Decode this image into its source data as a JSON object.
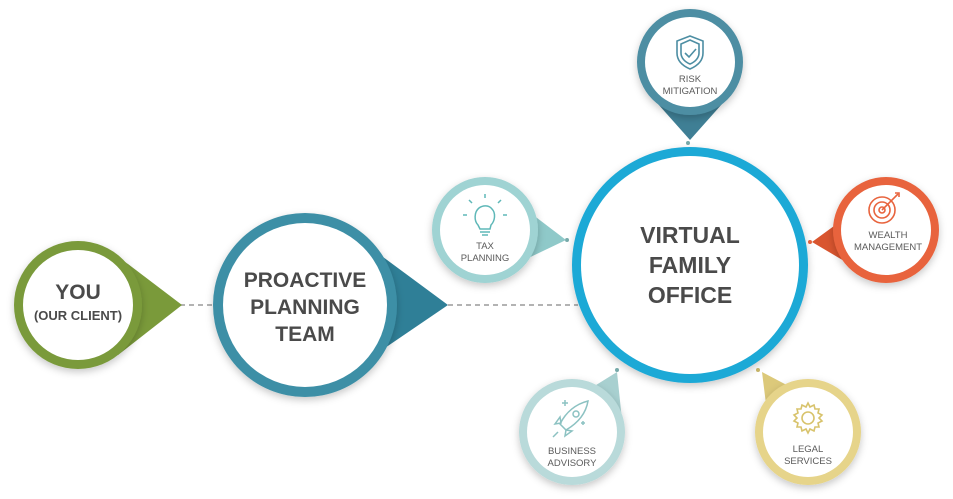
{
  "nodes": {
    "you": {
      "line1": "YOU",
      "line2": "(OUR CLIENT)",
      "color": "#7a9a3a"
    },
    "proactive": {
      "line1": "PROACTIVE",
      "line2": "PLANNING",
      "line3": "TEAM",
      "color": "#3d8fa6"
    },
    "vfo": {
      "line1": "VIRTUAL",
      "line2": "FAMILY",
      "line3": "OFFICE",
      "color": "#1fa9d6"
    },
    "risk": {
      "line1": "RISK",
      "line2": "MITIGATION",
      "icon": "shield-check-icon",
      "color": "#4d8ea3"
    },
    "tax": {
      "line1": "TAX",
      "line2": "PLANNING",
      "icon": "lightbulb-icon",
      "color": "#9fd3d3"
    },
    "wealth": {
      "line1": "WEALTH",
      "line2": "MANAGEMENT",
      "icon": "target-icon",
      "color": "#e8643e"
    },
    "business": {
      "line1": "BUSINESS",
      "line2": "ADVISORY",
      "icon": "rocket-icon",
      "color": "#b9dada"
    },
    "legal": {
      "line1": "LEGAL",
      "line2": "SERVICES",
      "icon": "gear-icon",
      "color": "#e6d48a"
    }
  }
}
